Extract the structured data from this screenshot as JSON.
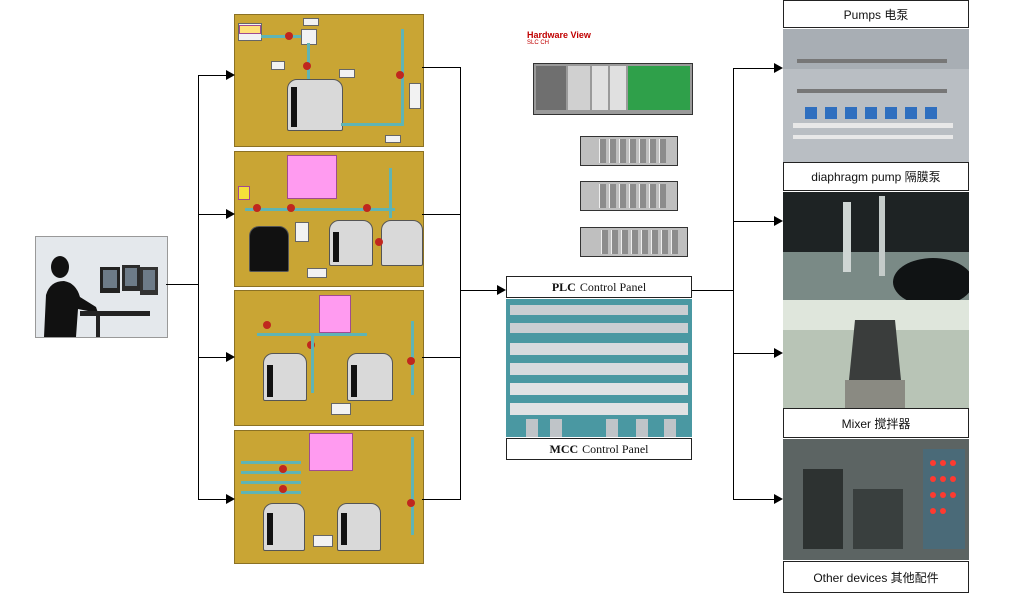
{
  "hardware_view": {
    "title": "Hardware View",
    "subtitle": "SLC CH"
  },
  "panels": {
    "plc": {
      "bold": "PLC",
      "text": "Control Panel"
    },
    "mcc": {
      "bold": "MCC",
      "text": "Control Panel"
    }
  },
  "devices": [
    {
      "label": "Pumps 电泵"
    },
    {
      "label": "diaphragm pump 隔膜泵"
    },
    {
      "label": "Mixer 搅拌器"
    },
    {
      "label": "Other devices 其他配件"
    }
  ],
  "colors": {
    "hmi_background": "#c9a534",
    "pipe": "#5fb4b4",
    "valve": "#c0271e",
    "popup": "#ff9bf0",
    "hardware_title": "#c00000"
  }
}
